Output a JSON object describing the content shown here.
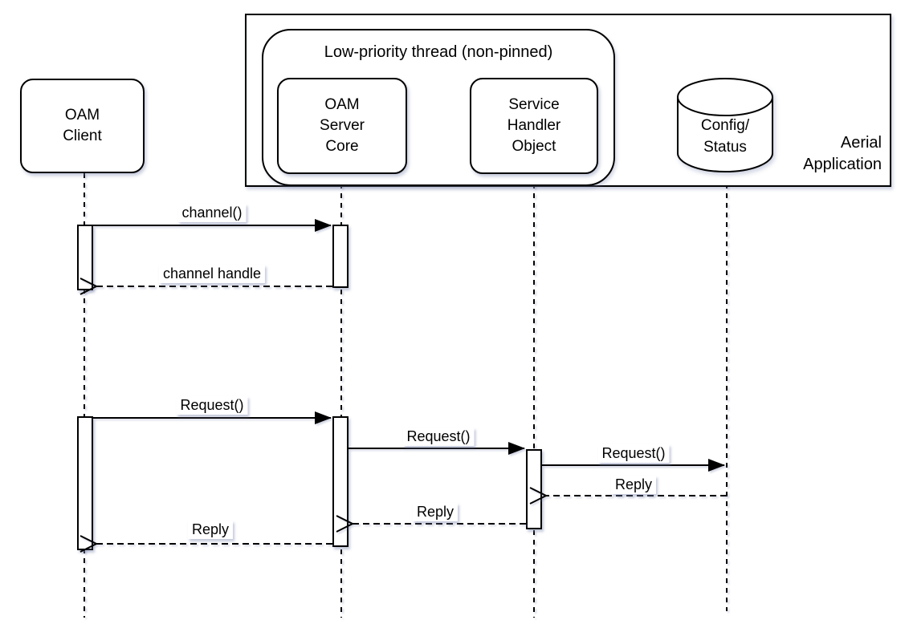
{
  "diagram": {
    "type": "uml-sequence-diagram",
    "colors": {
      "stroke": "#000000",
      "background": "#ffffff",
      "shadow": "#7d87af"
    },
    "containers": {
      "aerial_application": {
        "label": "Aerial\nApplication"
      },
      "low_priority_thread": {
        "label": "Low-priority thread (non-pinned)"
      }
    },
    "participants": {
      "oam_client": {
        "label": "OAM\nClient",
        "shape": "rounded-rect"
      },
      "oam_server_core": {
        "label": "OAM\nServer\nCore",
        "shape": "rounded-rect"
      },
      "service_handler": {
        "label": "Service\nHandler\nObject",
        "shape": "rounded-rect"
      },
      "config_status": {
        "label": "Config/\nStatus",
        "shape": "database-cylinder"
      }
    },
    "messages": [
      {
        "label": "channel()",
        "from": "oam_client",
        "to": "oam_server_core",
        "kind": "call"
      },
      {
        "label": "channel handle",
        "from": "oam_server_core",
        "to": "oam_client",
        "kind": "return"
      },
      {
        "label": "Request()",
        "from": "oam_client",
        "to": "oam_server_core",
        "kind": "call"
      },
      {
        "label": "Request()",
        "from": "oam_server_core",
        "to": "service_handler",
        "kind": "call"
      },
      {
        "label": "Request()",
        "from": "service_handler",
        "to": "config_status",
        "kind": "call"
      },
      {
        "label": "Reply",
        "from": "config_status",
        "to": "service_handler",
        "kind": "return"
      },
      {
        "label": "Reply",
        "from": "service_handler",
        "to": "oam_server_core",
        "kind": "return"
      },
      {
        "label": "Reply",
        "from": "oam_server_core",
        "to": "oam_client",
        "kind": "return"
      }
    ]
  }
}
